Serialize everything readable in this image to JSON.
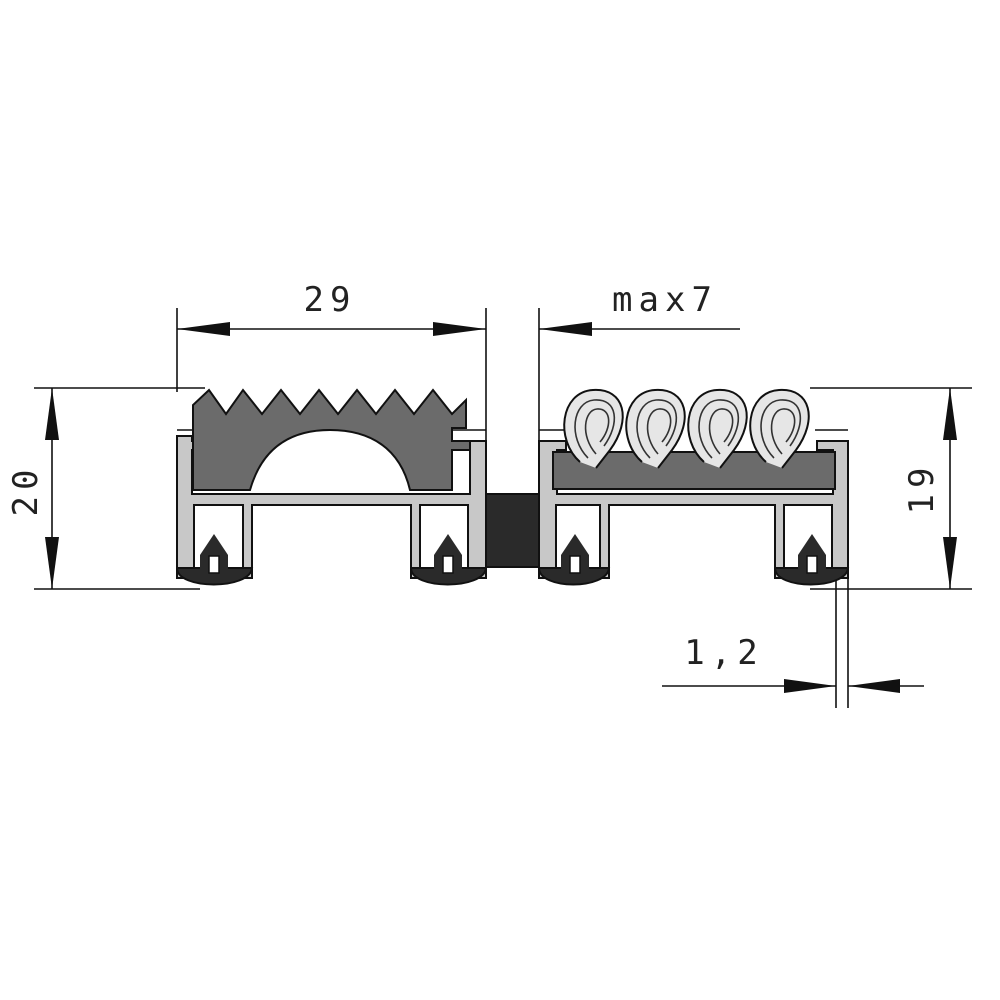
{
  "dimensions": {
    "width_rubber": "29",
    "gap": "max7",
    "height_left": "20",
    "height_right": "19",
    "wall_thickness": "1,2"
  },
  "colors": {
    "rubber": "#6b6b6b",
    "aluminium": "#c8c8c8",
    "connector": "#2a2a2a",
    "pad": "#2a2a2a",
    "loop_fill": "#e6e6e6",
    "line": "#111111"
  }
}
